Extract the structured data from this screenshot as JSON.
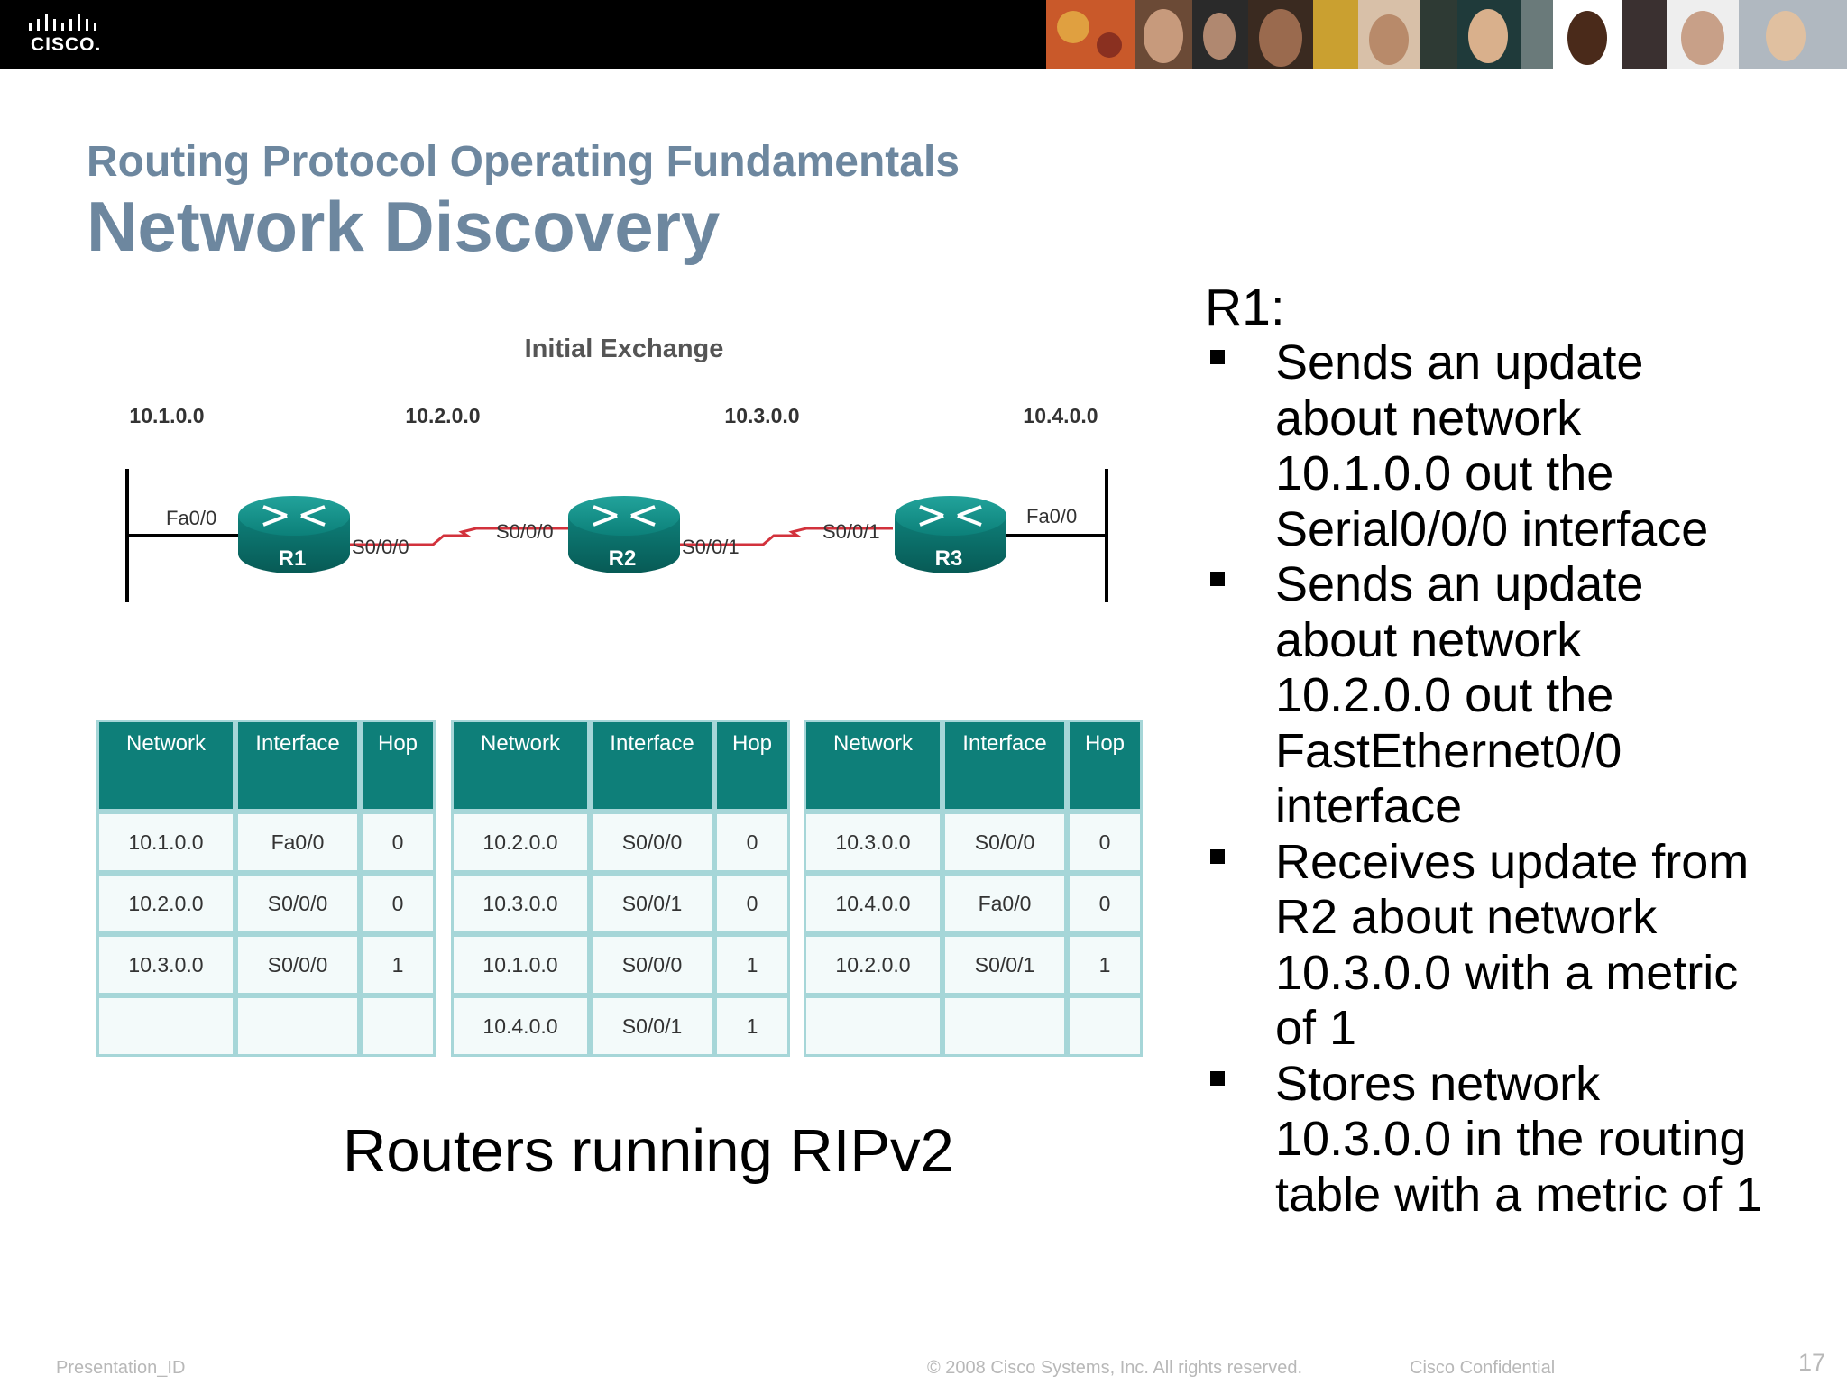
{
  "brand": {
    "logo_text": "CISCO."
  },
  "slide": {
    "subtitle": "Routing Protocol Operating Fundamentals",
    "title": "Network Discovery",
    "caption": "Routers running RIPv2"
  },
  "diagram": {
    "title": "Initial Exchange",
    "networks": [
      "10.1.0.0",
      "10.2.0.0",
      "10.3.0.0",
      "10.4.0.0"
    ],
    "routers": [
      "R1",
      "R2",
      "R3"
    ],
    "interfaces": {
      "r1_left": "Fa0/0",
      "r1_right": "S0/0/0",
      "r2_left": "S0/0/0",
      "r2_right": "S0/0/1",
      "r3_left": "S0/0/1",
      "r3_right": "Fa0/0"
    }
  },
  "tables": [
    {
      "headers": [
        "Network",
        "Interface",
        "Hop"
      ],
      "rows": [
        [
          "10.1.0.0",
          "Fa0/0",
          "0"
        ],
        [
          "10.2.0.0",
          "S0/0/0",
          "0"
        ],
        [
          "10.3.0.0",
          "S0/0/0",
          "1"
        ],
        [
          "",
          "",
          ""
        ]
      ]
    },
    {
      "headers": [
        "Network",
        "Interface",
        "Hop"
      ],
      "rows": [
        [
          "10.2.0.0",
          "S0/0/0",
          "0"
        ],
        [
          "10.3.0.0",
          "S0/0/1",
          "0"
        ],
        [
          "10.1.0.0",
          "S0/0/0",
          "1"
        ],
        [
          "10.4.0.0",
          "S0/0/1",
          "1"
        ]
      ]
    },
    {
      "headers": [
        "Network",
        "Interface",
        "Hop"
      ],
      "rows": [
        [
          "10.3.0.0",
          "S0/0/0",
          "0"
        ],
        [
          "10.4.0.0",
          "Fa0/0",
          "0"
        ],
        [
          "10.2.0.0",
          "S0/0/1",
          "1"
        ],
        [
          "",
          "",
          ""
        ]
      ]
    }
  ],
  "notes": {
    "heading": "R1:",
    "bullets": [
      [
        "Sends an update",
        "about network",
        "10.1.0.0 out the",
        "Serial0/0/0 interface"
      ],
      [
        "Sends an update",
        "about network",
        "10.2.0.0 out the",
        "FastEthernet0/0",
        "interface"
      ],
      [
        "Receives update from",
        "R2 about network",
        "10.3.0.0 with a metric",
        "of 1"
      ],
      [
        "Stores network",
        "10.3.0.0 in the routing",
        "table with a metric of 1"
      ]
    ]
  },
  "footer": {
    "presentation_id": "Presentation_ID",
    "copyright": "© 2008 Cisco Systems, Inc. All rights reserved.",
    "confidential": "Cisco Confidential",
    "page": "17"
  },
  "colors": {
    "title": "#6d879f",
    "teal": "#0e7f79",
    "table_border": "#a6d6d8",
    "table_row": "#f3fafa",
    "serial_link": "#d2323c"
  }
}
